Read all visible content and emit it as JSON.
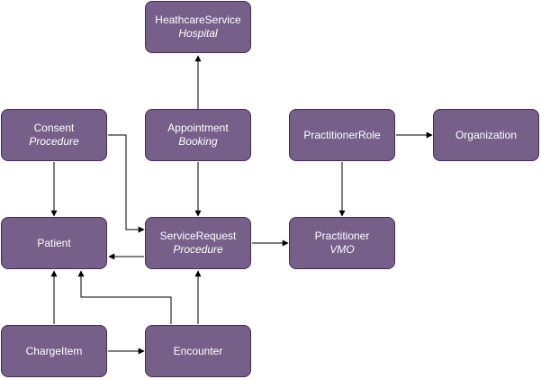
{
  "nodes": {
    "healthcare_service": {
      "title": "HeathcareService",
      "subtitle": "Hospital"
    },
    "consent": {
      "title": "Consent",
      "subtitle": "Procedure"
    },
    "appointment": {
      "title": "Appointment",
      "subtitle": "Booking"
    },
    "practitioner_role": {
      "title": "PractitionerRole",
      "subtitle": ""
    },
    "organization": {
      "title": "Organization",
      "subtitle": ""
    },
    "patient": {
      "title": "Patient",
      "subtitle": ""
    },
    "service_request": {
      "title": "ServiceRequest",
      "subtitle": "Procedure"
    },
    "practitioner": {
      "title": "Practitioner",
      "subtitle": "VMO"
    },
    "charge_item": {
      "title": "ChargeItem",
      "subtitle": ""
    },
    "encounter": {
      "title": "Encounter",
      "subtitle": ""
    }
  },
  "edges": [
    {
      "from": "appointment",
      "to": "healthcare_service"
    },
    {
      "from": "consent",
      "to": "patient"
    },
    {
      "from": "consent",
      "to": "service_request"
    },
    {
      "from": "appointment",
      "to": "service_request"
    },
    {
      "from": "practitioner_role",
      "to": "organization"
    },
    {
      "from": "practitioner_role",
      "to": "practitioner"
    },
    {
      "from": "service_request",
      "to": "patient"
    },
    {
      "from": "service_request",
      "to": "practitioner"
    },
    {
      "from": "charge_item",
      "to": "patient"
    },
    {
      "from": "charge_item",
      "to": "encounter"
    },
    {
      "from": "encounter",
      "to": "patient"
    },
    {
      "from": "encounter",
      "to": "service_request"
    }
  ],
  "colors": {
    "node_fill": "#76608a",
    "node_border": "#432d57",
    "node_text": "#ffffff",
    "edge": "#000000"
  }
}
